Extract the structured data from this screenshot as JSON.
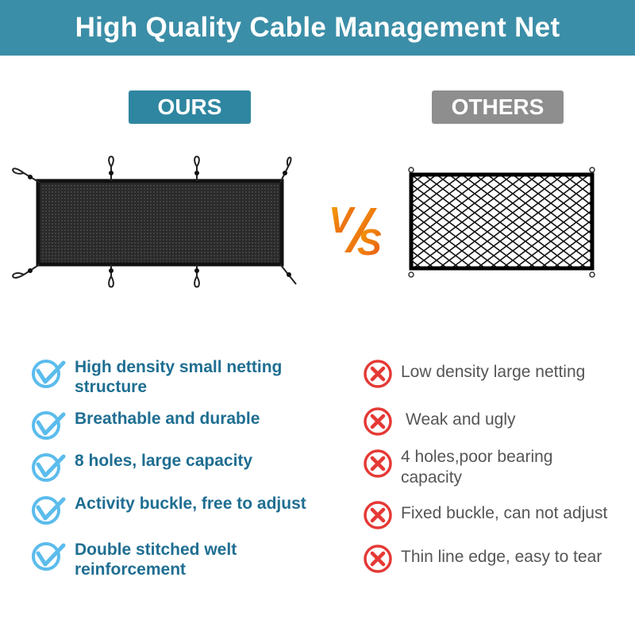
{
  "header": {
    "title": "High Quality Cable Management Net"
  },
  "ours": {
    "label": "OURS",
    "features": [
      "High density small netting structure",
      "Breathable and durable",
      "8 holes, large capacity",
      "Activity  buckle, free to adjust",
      "Double stitched welt reinforcement"
    ]
  },
  "vs": {
    "label": "VS"
  },
  "others": {
    "label": "OTHERS",
    "features": [
      "Low density large netting",
      "Weak and ugly",
      "4 holes,poor bearing capacity",
      "Fixed buckle, can not adjust",
      "Thin line edge, easy to tear"
    ]
  },
  "colors": {
    "header": "#3b8ea7",
    "ours_badge": "#2f86a1",
    "others_badge": "#8e8e8e",
    "check": "#5bbcec",
    "cross": "#e53935",
    "ours_text": "#1f6e92",
    "others_text": "#555555",
    "vs_gradient": [
      "#f5a800",
      "#e8501c"
    ]
  },
  "icons": {
    "good": "check-circle-icon",
    "bad": "x-circle-icon"
  }
}
